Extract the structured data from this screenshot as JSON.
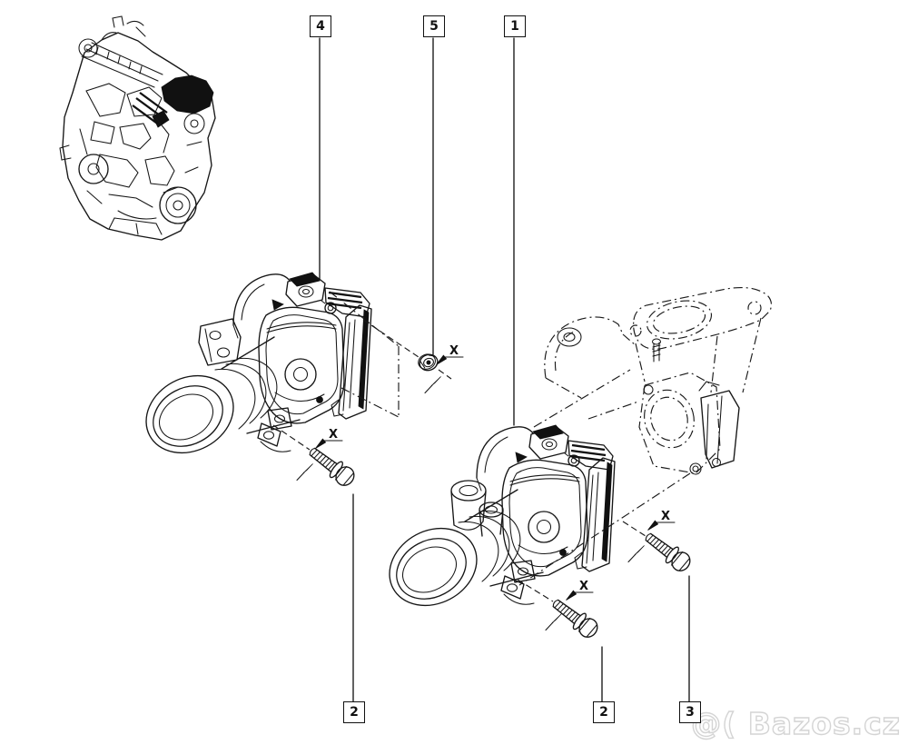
{
  "callouts": {
    "top": [
      {
        "label": "4"
      },
      {
        "label": "5"
      },
      {
        "label": "1"
      }
    ],
    "bottom": [
      {
        "label": "2"
      },
      {
        "label": "2"
      },
      {
        "label": "3"
      }
    ]
  },
  "torque_marks": {
    "symbol": "X"
  },
  "watermark": {
    "text": "@( Bazos.cz"
  },
  "colors": {
    "line": "#161616",
    "background": "#ffffff",
    "watermark_outline": "#d4d4d4"
  }
}
